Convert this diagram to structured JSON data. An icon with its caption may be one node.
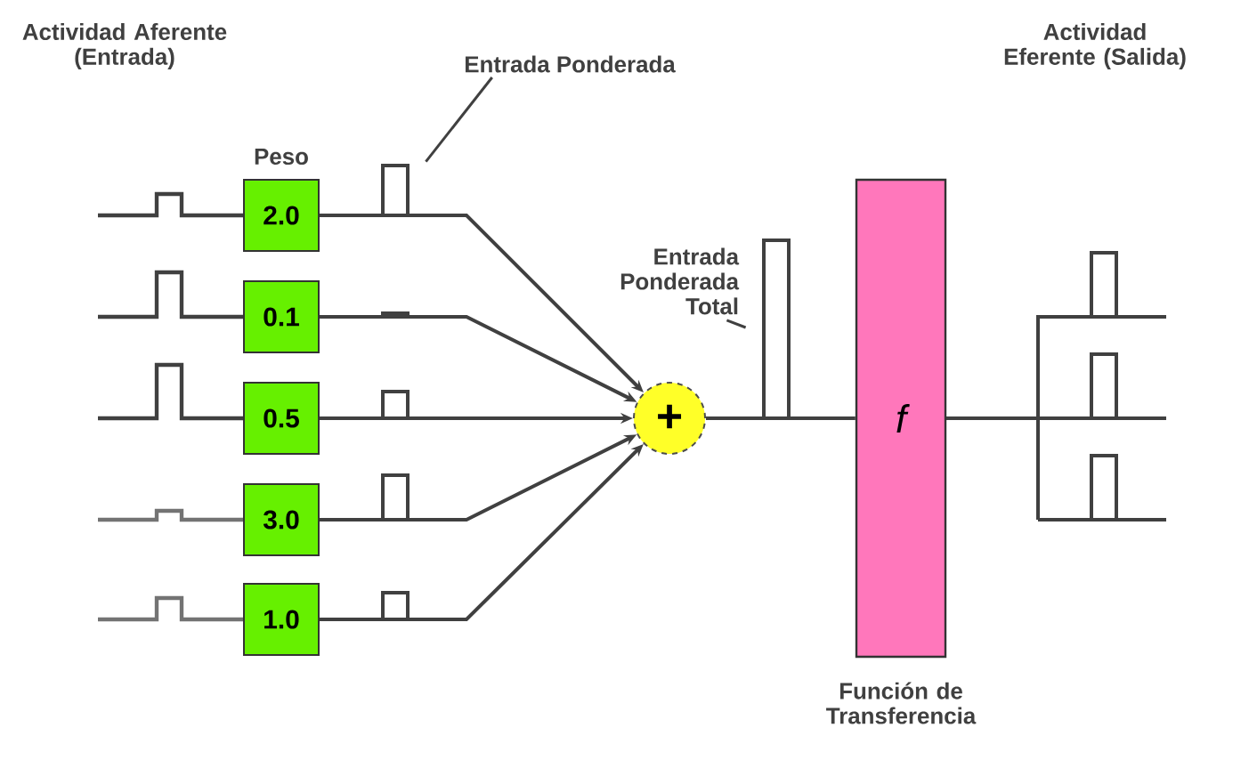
{
  "diagram": {
    "nodes": [
      {
        "text": [
          "2.0"
        ]
      },
      {
        "text": [
          "0.1"
        ]
      },
      {
        "text": [
          "0.5"
        ]
      },
      {
        "text": [
          "3.0"
        ]
      },
      {
        "text": [
          "1.0"
        ]
      },
      {
        "text": [
          "+"
        ]
      },
      {
        "text": [
          "f",
          "Función de Transferencia"
        ]
      },
      {
        "text": [
          "Entrada Ponderada"
        ]
      },
      {
        "text": [],
        "shape": "picture"
      },
      {
        "text": [
          "Entrada Ponderada Total"
        ]
      },
      {
        "text": [],
        "shape": "picture"
      }
    ],
    "edges": [
      {
        "from": 0,
        "to": 5,
        "arrow": "to"
      },
      {
        "from": 1,
        "to": 5,
        "arrow": "to"
      },
      {
        "from": 2,
        "to": 5,
        "arrow": "to"
      },
      {
        "from": 3,
        "to": 5,
        "arrow": "to"
      },
      {
        "from": 4,
        "to": 5,
        "arrow": "to"
      },
      {
        "from": 5,
        "to": 6,
        "arrow": "none"
      },
      {
        "from": 7,
        "to": 8,
        "arrow": "none"
      },
      {
        "from": 9,
        "to": 10,
        "arrow": "none"
      }
    ],
    "labels": [
      "Actividad Aferente (Entrada)",
      "Peso",
      "Actividad Eferente (Salida)"
    ]
  }
}
